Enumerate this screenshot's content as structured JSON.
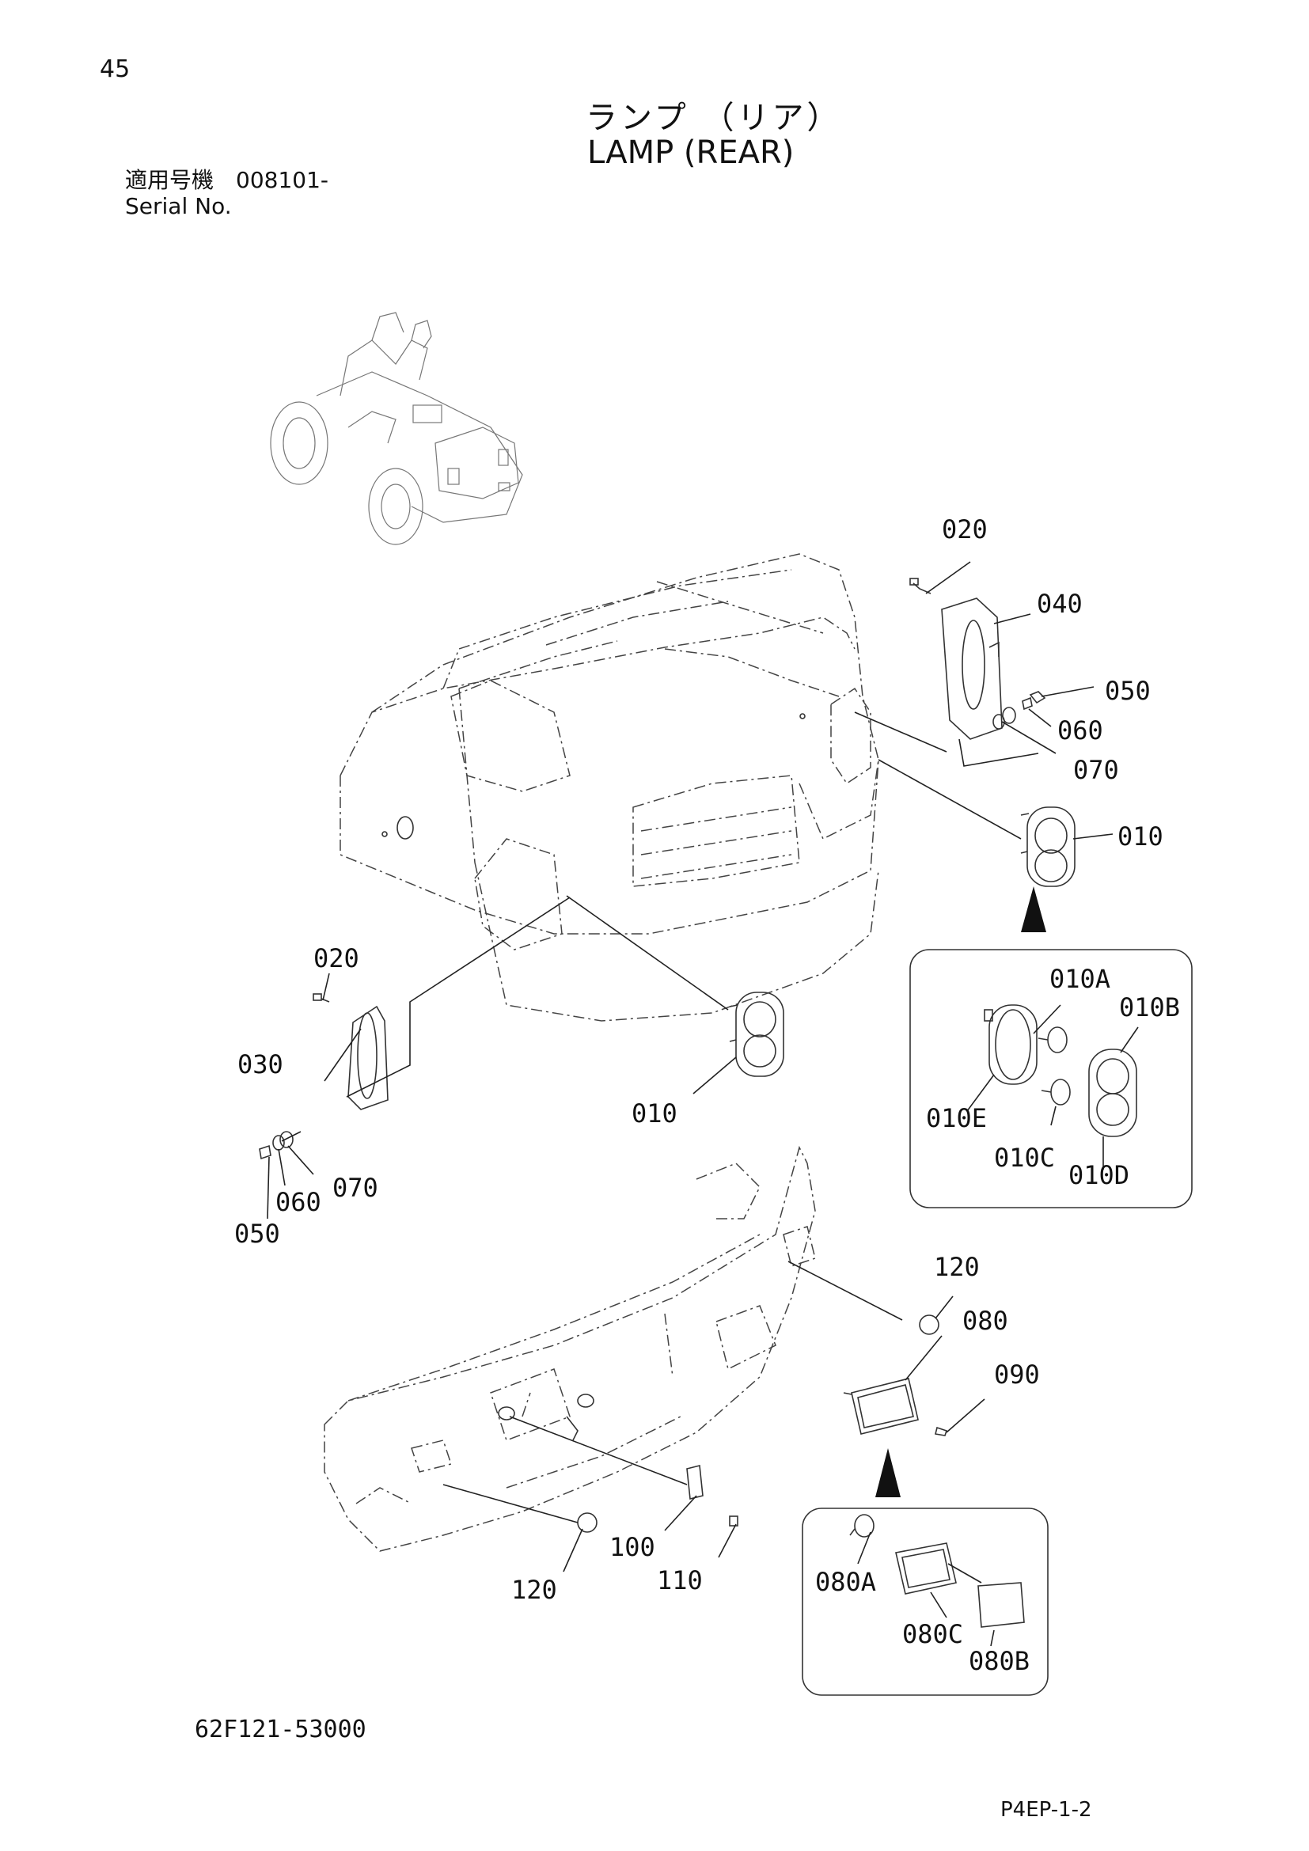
{
  "header": {
    "page_number": "45",
    "title_jp": "ランプ （リア）",
    "title_en": "LAMP (REAR)",
    "serial_label_jp": "適用号機　008101-",
    "serial_label_en": "Serial No."
  },
  "footer": {
    "document_number": "62F121-53000",
    "page_code": "P4EP-1-2"
  },
  "callouts": [
    "020",
    "040",
    "050",
    "060",
    "070",
    "010",
    "010A",
    "010B",
    "010E",
    "010C",
    "010D",
    "020",
    "030",
    "010",
    "050",
    "060",
    "070",
    "120",
    "080",
    "090",
    "100",
    "110",
    "120",
    "080A",
    "080C",
    "080B"
  ]
}
